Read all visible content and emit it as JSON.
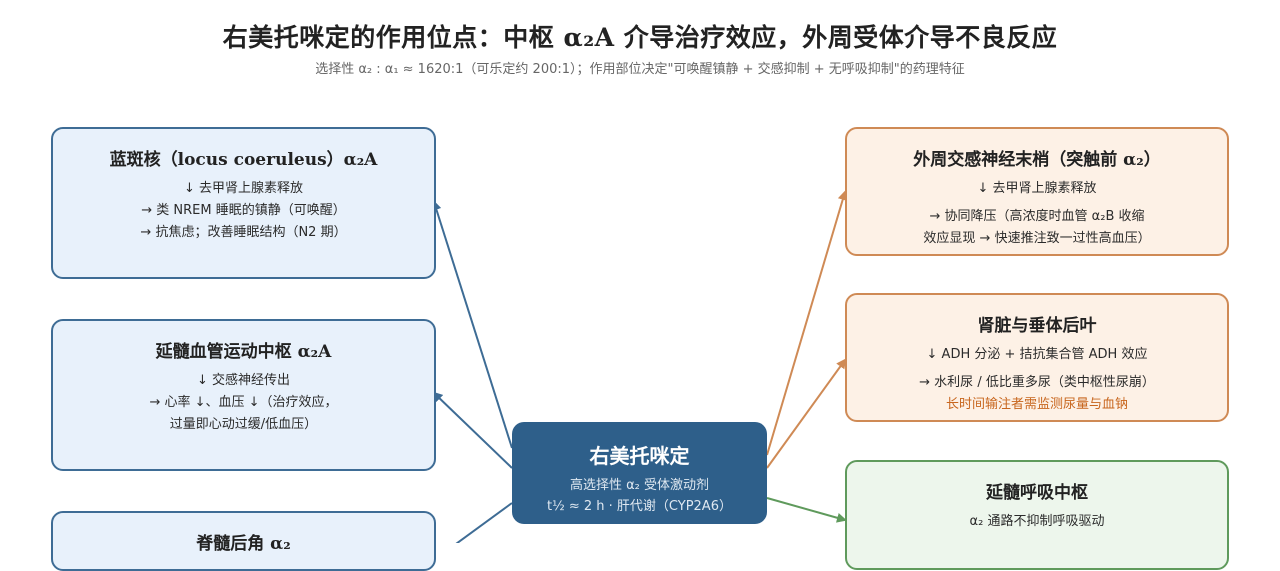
{
  "title": "右美托咪定的作用位点：中枢 α₂A 介导治疗效应，外周受体介导不良反应",
  "subtitle": "选择性 α₂ : α₁ ≈ 1620:1（可乐定约 200:1）；作用部位决定\"可唤醒镇静 + 交感抑制 + 无呼吸抑制\"的药理特征",
  "center": {
    "title": "右美托咪定",
    "line1": "高选择性 α₂ 受体激动剂",
    "line2": "t½ ≈ 2 h · 肝代谢（CYP2A6）"
  },
  "left_boxes": [
    {
      "title": "蓝斑核（locus coeruleus）α₂A",
      "lines": [
        "↓ 去甲肾上腺素释放",
        "→ 类 NREM 睡眠的镇静（可唤醒）",
        "→ 抗焦虑；改善睡眠结构（N2 期）"
      ]
    },
    {
      "title": "延髓血管运动中枢 α₂A",
      "lines": [
        "↓ 交感神经传出",
        "→ 心率 ↓、血压 ↓（治疗效应，",
        "过量即心动过缓/低血压）"
      ]
    },
    {
      "title": "脊髓后角 α₂",
      "lines": []
    }
  ],
  "right_boxes": [
    {
      "title": "外周交感神经末梢（突触前 α₂）",
      "lines": [
        "↓ 去甲肾上腺素释放",
        "→ 协同降压（高浓度时血管 α₂B 收缩",
        "效应显现 → 快速推注致一过性高血压）"
      ],
      "warn": ""
    },
    {
      "title": "肾脏与垂体后叶",
      "lines": [
        "↓ ADH 分泌 + 拮抗集合管 ADH 效应",
        "→ 水利尿 / 低比重多尿（类中枢性尿崩）"
      ],
      "warn": "长时间输注者需监测尿量与血钠"
    },
    {
      "title": "延髓呼吸中枢",
      "lines": [
        "α₂ 通路不抑制呼吸驱动"
      ],
      "warn": ""
    }
  ],
  "colors": {
    "blue_border": "#3e6c95",
    "orange_border": "#cf8a55",
    "green_border": "#5f9a5c",
    "center_fill": "#2e5f8a",
    "warn_text": "#c8661e"
  }
}
